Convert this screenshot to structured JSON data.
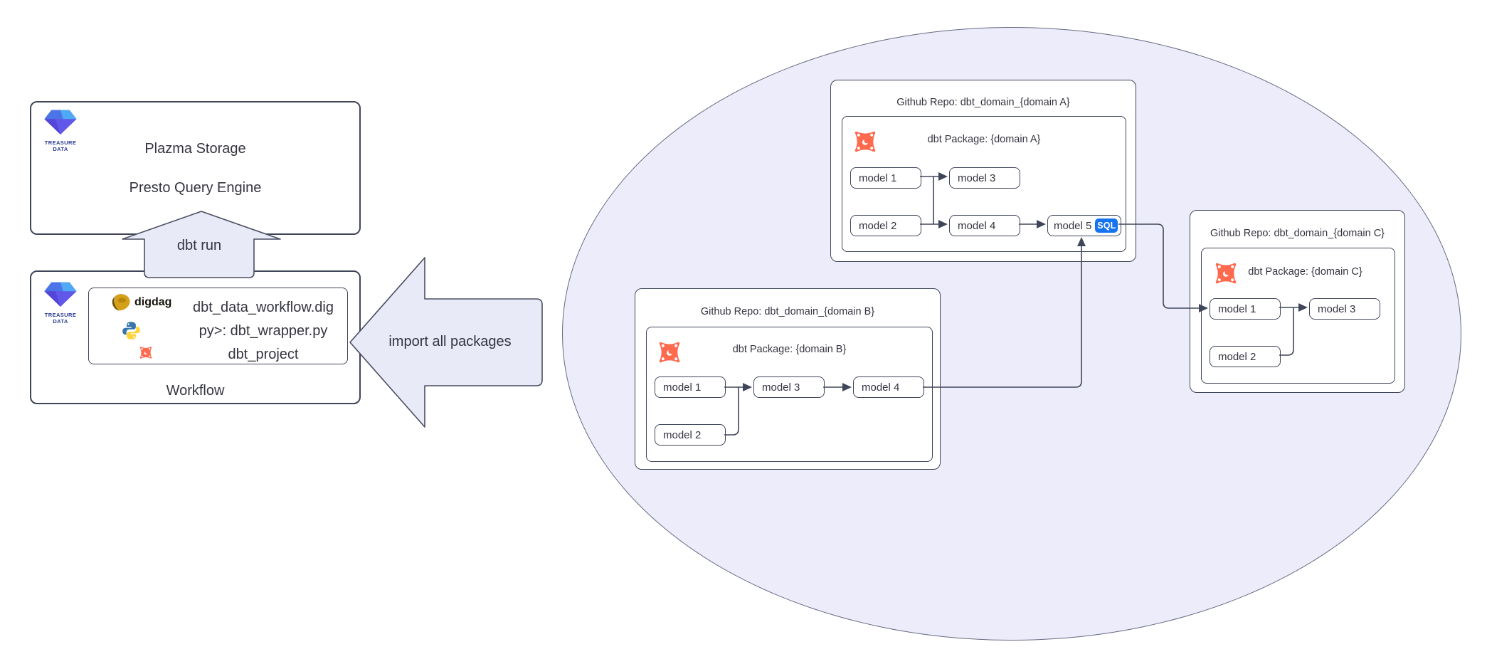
{
  "brand": {
    "line1": "TREASURE",
    "line2": "DATA"
  },
  "left": {
    "storage_box": {
      "title1": "Plazma Storage",
      "title2": "Presto Query Engine"
    },
    "dbt_run_arrow_label": "dbt run",
    "workflow_box": {
      "digdag_label": "digdag",
      "file1": "dbt_data_workflow.dig",
      "file2": "py>: dbt_wrapper.py",
      "file3": "dbt_project",
      "caption": "Workflow"
    },
    "import_arrow_label": "import all packages"
  },
  "repos": [
    {
      "title": "Github Repo: dbt_domain_{domain A}",
      "package": "dbt Package: {domain A}",
      "models": {
        "m1": "model 1",
        "m2": "model 2",
        "m3": "model 3",
        "m4": "model 4",
        "m5": "model 5"
      },
      "sql_badge": "SQL"
    },
    {
      "title": "Github Repo: dbt_domain_{domain B}",
      "package": "dbt Package: {domain B}",
      "models": {
        "m1": "model 1",
        "m2": "model 2",
        "m3": "model 3",
        "m4": "model 4"
      }
    },
    {
      "title": "Github Repo: dbt_domain_{domain C}",
      "package": "dbt Package: {domain C}",
      "models": {
        "m1": "model 1",
        "m2": "model 2",
        "m3": "model 3"
      }
    }
  ],
  "icons": {
    "treasure_data": "treasure-data-gem-icon",
    "digdag": "digdag-icon",
    "python": "python-icon",
    "dbt": "dbt-star-icon"
  },
  "colors": {
    "ellipse_fill": "#ececfa",
    "block_arrow_fill": "#e9eaf8",
    "box_border": "#40465a",
    "dbt_orange": "#ff6a4f",
    "sql_badge_blue": "#1673f0",
    "td_navy": "#2b3990"
  }
}
